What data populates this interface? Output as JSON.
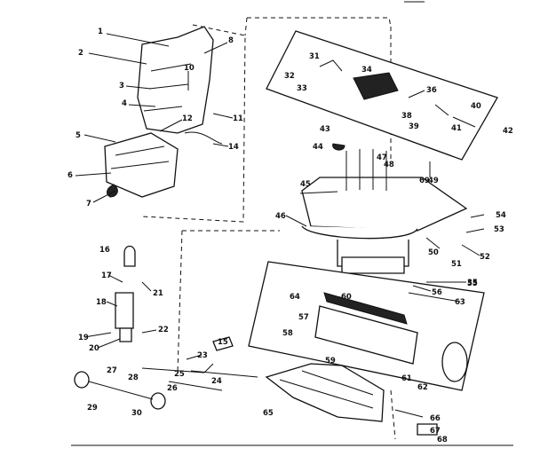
{
  "labels": [
    "1",
    "2",
    "3",
    "4",
    "5",
    "6",
    "7",
    "8",
    "10",
    "11",
    "12",
    "14",
    "15",
    "16",
    "17",
    "18",
    "19",
    "20",
    "21",
    "22",
    "23",
    "24",
    "25",
    "26",
    "27",
    "28",
    "29",
    "30",
    "31",
    "32",
    "33",
    "34",
    "35",
    "36",
    "38",
    "39",
    "40",
    "41",
    "42",
    "43",
    "44",
    "45",
    "46",
    "47",
    "48",
    "49",
    "50",
    "51",
    "52",
    "53",
    "54",
    "55",
    "56",
    "57",
    "58",
    "59",
    "60",
    "61",
    "62",
    "63",
    "64",
    "65",
    "66",
    "67",
    "68",
    "69"
  ]
}
